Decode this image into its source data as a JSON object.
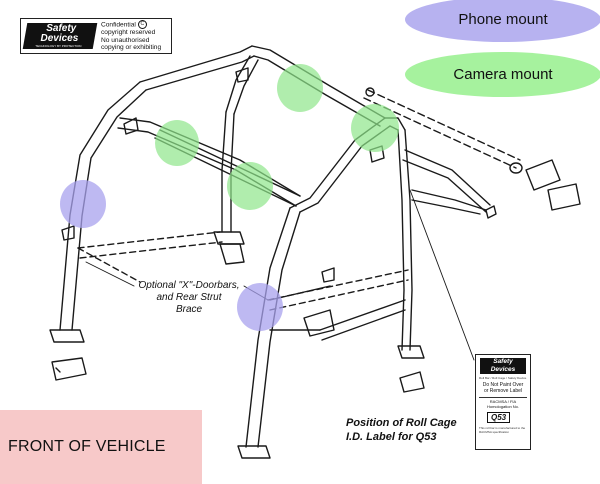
{
  "logo": {
    "brand_line1": "Safety",
    "brand_line2": "Devices",
    "brand_tagline": "TECHNOLOGY BY PROTECTION",
    "confidential_title": "Confidential",
    "copyright_symbol": "C",
    "confidential_lines": [
      "copyright reserved",
      "No unauthorised",
      "copying or exhibiting"
    ]
  },
  "legend": {
    "phone_mount": {
      "label": "Phone mount",
      "color": "#b7b2f0"
    },
    "camera_mount": {
      "label": "Camera mount",
      "color": "#a6f29e"
    }
  },
  "annotations": {
    "doorbar_note": [
      "Optional \"X\"-Doorbars,",
      "and Rear Strut",
      "Brace"
    ],
    "id_label_position": [
      "Position of Roll Cage",
      "I.D. Label for Q53"
    ],
    "front_of_vehicle": "FRONT OF VEHICLE"
  },
  "id_label": {
    "brand_line1": "Safety",
    "brand_line2": "Devices",
    "tiny_text": "Roll Bar / Roll Cage / Safety Device",
    "warning_lines": [
      "Do Not Paint Over",
      "or Remove Label"
    ],
    "certification": "RACMSA / FIA Homologation No.",
    "code": "Q53",
    "footer": "This roll bar is manufactured to the RACMSA specification"
  },
  "colors": {
    "frame_stroke": "#1a1a1a",
    "front_box": "#f7c9c9"
  }
}
